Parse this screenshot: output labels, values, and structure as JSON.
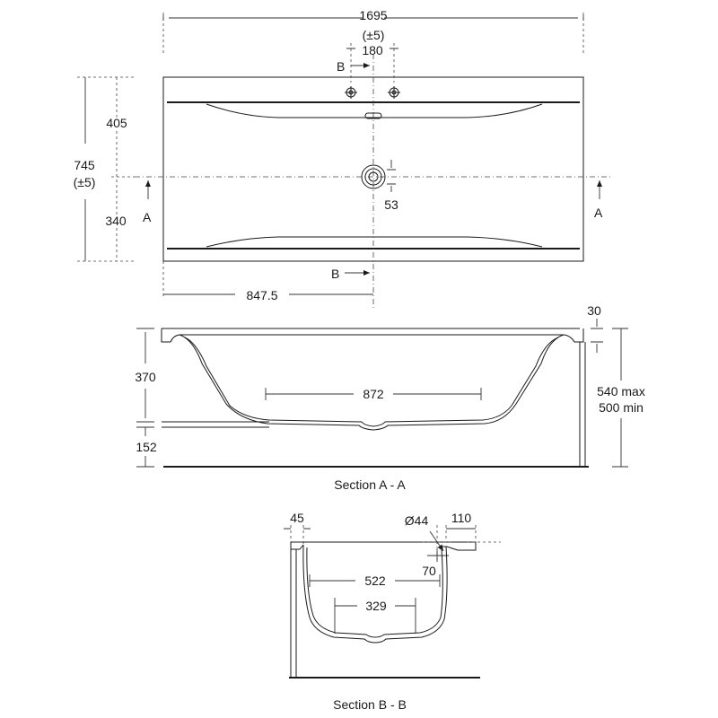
{
  "plan": {
    "width": "1695",
    "width_tol": "(±5)",
    "tap_spacing": "180",
    "depth": "745",
    "depth_tol": "(±5)",
    "upper": "405",
    "lower": "340",
    "waste_offset": "53",
    "half_width": "847.5",
    "section_a": "A",
    "section_b": "B"
  },
  "section_aa": {
    "rim": "30",
    "depth": "370",
    "base_length": "872",
    "leg": "152",
    "height_max": "540 max",
    "height_min": "500 min",
    "caption": "Section A - A"
  },
  "section_bb": {
    "rim_left": "45",
    "tap_hole": "Ø44",
    "rim_right": "110",
    "tap_offset": "70",
    "inner_width": "522",
    "base_width": "329",
    "caption": "Section B - B"
  }
}
